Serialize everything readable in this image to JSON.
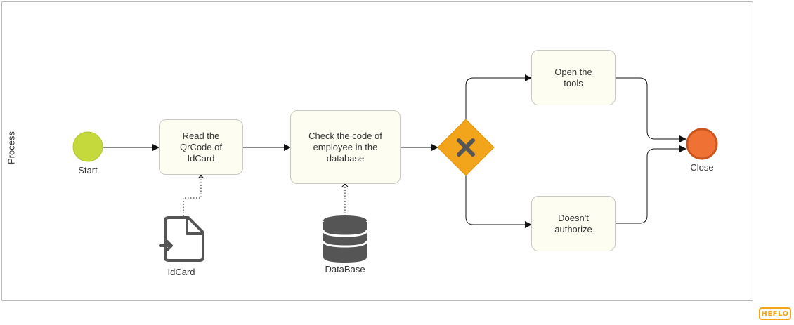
{
  "pool": {
    "label": "Process"
  },
  "events": {
    "start": {
      "label": "Start",
      "color": "#c5d93c"
    },
    "end": {
      "label": "Close",
      "color": "#f07134"
    }
  },
  "tasks": {
    "read_qr": "Read the\nQrCode  of\nIdCard",
    "check_code": "Check the code of\nemployee in the\ndatabase",
    "open_tools": "Open the\ntools",
    "not_authorize": "Doesn't\nauthorize"
  },
  "data_objects": {
    "idcard": {
      "label": "IdCard",
      "icon": "document-icon"
    },
    "database": {
      "label": "DataBase",
      "icon": "database-icon"
    }
  },
  "gateway": {
    "type": "exclusive",
    "color": "#f2a51a"
  },
  "branding": {
    "logo": "HEFLO"
  }
}
